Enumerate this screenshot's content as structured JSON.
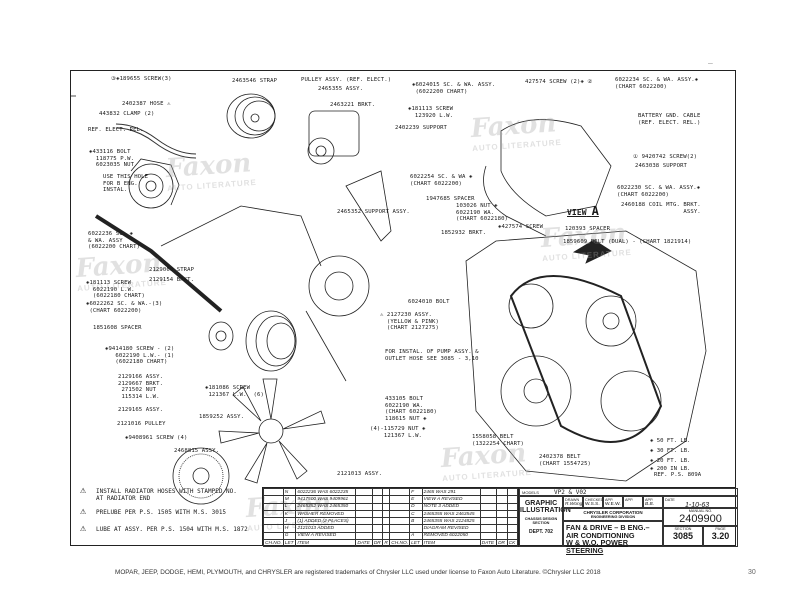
{
  "labels": [
    "③◈189655 SCREW(3)",
    "2463546 STRAP",
    "PULLEY ASSY. (REF. ELECT.)",
    "2465355 ASSY.",
    "2402387 HOSE ⚠",
    "443832 CLAMP (2)",
    "REF. ELECT. REL.",
    "2463221 BRKT.",
    "◈6024015 SC. & WA. ASSY.\n (6022200 CHART)",
    "◈181113 SCREW\n  123920 L.W.",
    "2402239 SUPPORT",
    "427574 SCREW (2)◈ ②",
    "6022234 SC. & WA. ASSY.◈\n(CHART 6022200)",
    "BATTERY GND. CABLE\n(REF. ELECT. REL.)",
    "① 9420742 SCREW(2)",
    "2463038 SUPPORT",
    "6022230 SC. & WA. ASSY.◈\n(CHART 6022200)",
    "2460188 COIL MTG. BRKT.\n                  ASSY.",
    "120393 SPACER",
    "◈427574 SCREW",
    "◈433116 BOLT\n  118775 P.W.\n  6023035 NUT",
    "USE THIS HOLE\nFOR B ENG.\nINSTAL.",
    "6022236 SC. ◈\n& WA. ASSY\n(6022200 CHART)",
    "2129060 STRAP",
    "2129154 BRKT.",
    "◈181113 SCREW\n  6022190 L.W.\n  (6022180 CHART)",
    "◈6022262 SC. & WA.-(3)\n (CHART 6022200)",
    "1851608 SPACER",
    "◈9414180 SCREW - (2)\n   6022190 L.W.- (1)\n   (6022180 CHART)",
    "2129166 ASSY.\n2129667 BRKT.\n 271502 NUT\n 115314 L.W.",
    "2129165 ASSY.",
    "2121016 PULLEY",
    "◈9408961 SCREW (4)",
    "2468815 ASSY.",
    "◈181086 SCREW\n 121367 L.W.  (6)",
    "1859252 ASSY.",
    "2465352 SUPPORT ASSY.",
    "1947685 SPACER",
    "103026 NUT ◈\n6022190 WA.\n(CHART 6022180)",
    "1852932 BRKT.",
    "6022254 SC. & WA ◈\n(CHART 6022200)",
    "1859609 BELT (DUAL) - (CHART 1821914)",
    "6024010 BOLT",
    "⚠ 2127230 ASSY.\n  (YELLOW & PINK)\n  (CHART 2127275)",
    "FOR INSTAL. OF PUMP ASSY. &\nOUTLET HOSE SEE 3085 - 3,10",
    "433105 BOLT\n6022190 WA.\n(CHART 6022180)\n118615 NUT ◈",
    "(4)-115729 NUT ◈\n    121367 L.W.",
    "2121013 ASSY.",
    "1558058 BELT\n(1322254 CHART)",
    "2402378 BELT\n(CHART 1554725)",
    "VIEW"
  ],
  "view_letter": "A",
  "torque": [
    "50 FT. LB.",
    "30 FT. LB.",
    "20 FT. LB.",
    "200 IN LB.",
    "REF. P.S. 809A"
  ],
  "notes": [
    {
      "num": "1",
      "text": "INSTALL RADIATOR HOSES WITH STAMPED NO.\nAT RADIATOR END"
    },
    {
      "num": "2",
      "text": "PRELUBE PER P.S. 1505 WITH M.S. 3015"
    },
    {
      "num": "3",
      "text": "LUBE AT ASSY. PER P.S. 1504 WITH M.S. 1872"
    }
  ],
  "revisions_left": [
    [
      "N",
      "6022236 WAS 6022235"
    ],
    [
      "M",
      "9417500 WAS 9409961"
    ],
    [
      "L",
      "2465352 WAS 2465350"
    ],
    [
      "K",
      "WASHER REMOVED"
    ],
    [
      "J",
      "(1) ADDED (2 PLACES)"
    ],
    [
      "H",
      "2121013 ADDED"
    ],
    [
      "G",
      "VIEW A REVISED"
    ]
  ],
  "revisions_right": [
    [
      "F",
      "2465 WAS 291"
    ],
    [
      "E",
      "VIEW A REVISED"
    ],
    [
      "D",
      "NOTE 3 ADDED"
    ],
    [
      "C",
      "2465355 WAS 2463545"
    ],
    [
      "B",
      "2465355 WAS 2124825"
    ],
    [
      "",
      "DIAGRAM REVISED"
    ],
    [
      "A",
      "REMOVED 6022050"
    ]
  ],
  "rev_headers": [
    "CH.NO.",
    "LET",
    "ITEM",
    "DATE",
    "DR",
    "CK",
    "R"
  ],
  "title_block": {
    "models_label": "MODELS",
    "models": "VP2 & V02",
    "graphic": "GRAPHIC ILLUSTRATION",
    "section_dept": "CHASSIS DESIGN SECTION",
    "dept": "DEPT. 702",
    "drawn_label": "DRAWN",
    "drawn": "R.Wong",
    "checked_label": "CHECKED",
    "checked": "W.S.S.",
    "app_label": "APP.",
    "app1": "W.E.W.",
    "app3": "B.B.",
    "date_label": "DATE",
    "date": "1-10-63",
    "corp": "CHRYSLER CORPORATION",
    "division": "ENGINEERING DIVISION",
    "manual_label": "MANUAL NO.",
    "manual": "2409900",
    "title1": "FAN & DRIVE – B ENG.–",
    "title2": "AIR CONDITIONING",
    "title3": "W & W.O. POWER STEERING",
    "section_label": "SECTION",
    "section": "3085",
    "page_label": "PAGE",
    "page": "3.20"
  },
  "footer": "MOPAR, JEEP, DODGE, HEMI, PLYMOUTH, and CHRYSLER are registered trademarks of Chrysler LLC used under license to Faxon Auto Literature. ©Chrysler LLC 2018",
  "page_number": "30",
  "watermark": {
    "brand": "Faxon",
    "sub": "AUTO LITERATURE"
  }
}
